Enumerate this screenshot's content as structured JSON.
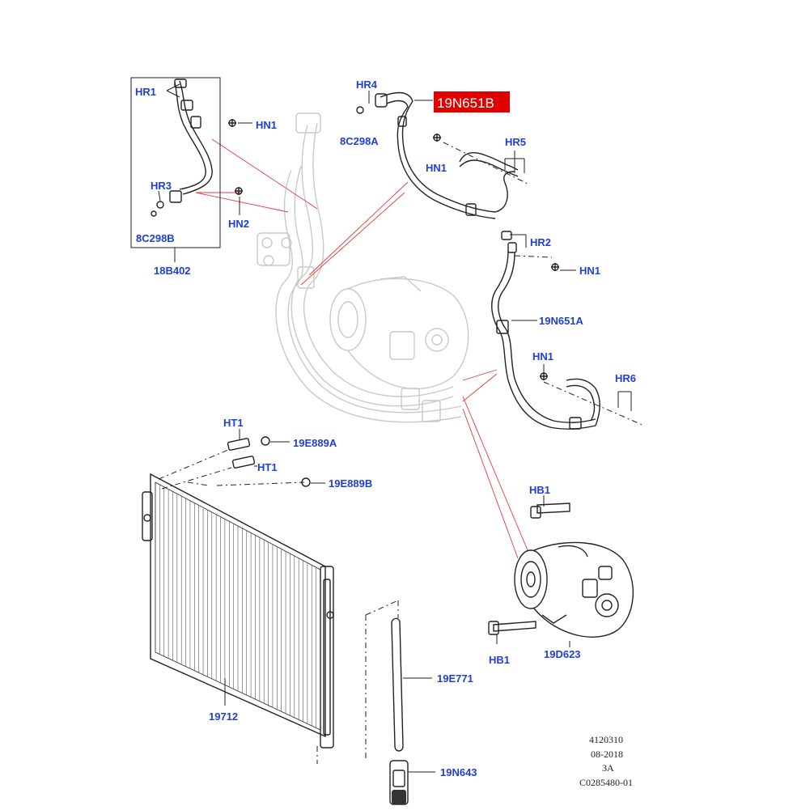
{
  "diagram": {
    "highlight_color": "#e00000",
    "label_color": "#1f3fd6",
    "callout_color": "#e23b3b",
    "labels": {
      "hr1": "HR1",
      "hn1_a": "HN1",
      "hr3": "HR3",
      "hn2": "HN2",
      "c298b": "8C298B",
      "b402": "18B402",
      "hr4": "HR4",
      "c298a": "8C298A",
      "n651b": "19N651B",
      "hn1_b": "HN1",
      "hr5": "HR5",
      "hr2": "HR2",
      "hn1_c": "HN1",
      "n651a": "19N651A",
      "hn1_d": "HN1",
      "hr6": "HR6",
      "ht1_a": "HT1",
      "e889a": "19E889A",
      "ht1_b": "HT1",
      "e889b": "19E889B",
      "hb1_a": "HB1",
      "hb1_b": "HB1",
      "d623": "19D623",
      "e771": "19E771",
      "p19712": "19712",
      "n643": "19N643"
    },
    "meta": {
      "line1": "4120310",
      "line2": "08-2018",
      "line3": "3A",
      "line4": "C0285480-01"
    }
  }
}
